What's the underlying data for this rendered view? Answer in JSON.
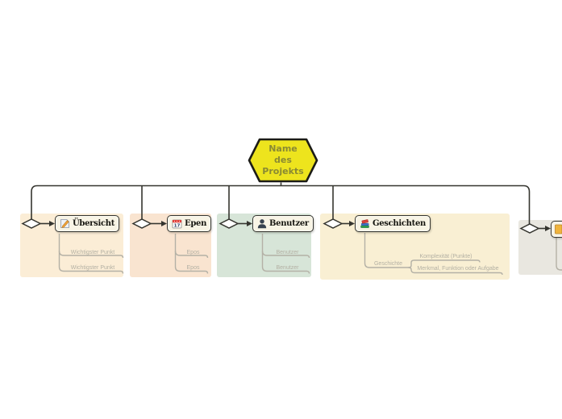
{
  "root": {
    "label": "Name des Projekts",
    "shape": "hexagon",
    "fill": "#ede41d",
    "border_color": "#1c1c16",
    "text_color": "#8a8a33"
  },
  "branches": [
    {
      "label": "Übersicht",
      "icon": "memo-icon",
      "panel_color": "#fbedd6",
      "children": [
        "Wichtigster Punkt",
        "Wichtigster Punkt"
      ]
    },
    {
      "label": "Epen",
      "icon": "calendar-icon",
      "calendar_day": "17",
      "panel_color": "#f9e4d0",
      "children": [
        "Epos",
        "Epos"
      ]
    },
    {
      "label": "Benutzer",
      "icon": "user-icon",
      "panel_color": "#d7e5d8",
      "children": [
        "Benutzer",
        "Benutzer"
      ]
    },
    {
      "label": "Geschichten",
      "icon": "books-icon",
      "panel_color": "#f9efd3",
      "children": [
        {
          "label": "Geschichte",
          "children": [
            "Komplexität (Punkte)",
            "Merkmal, Funktion oder Aufgabe"
          ]
        }
      ]
    },
    {
      "label": "",
      "icon": "book-icon",
      "panel_color": "#e9e7e0",
      "children": []
    }
  ],
  "colors": {
    "canvas_bg": "#ffffff",
    "connector": "#35352f",
    "sub_connector": "#b4b1a6",
    "sub_text": "#b3b0a3",
    "node_fill": "#f8f4e5",
    "node_border": "#35352f"
  }
}
